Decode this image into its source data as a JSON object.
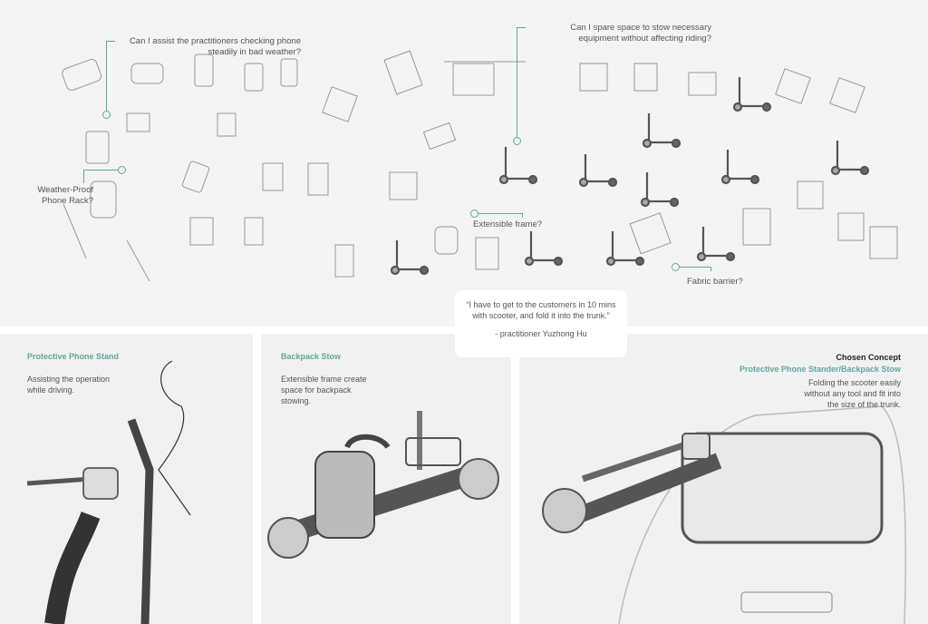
{
  "questions": {
    "phone_weather": "Can I assist the practitioners checking phone steadily in bad weather?",
    "stow_space": "Can I spare space to stow necessary equipment without affecting riding?",
    "weather_rack": "Weather-Proof Phone Rack?",
    "extensible_frame": "Extensible frame?",
    "fabric_barrier": "Fabric barrier?"
  },
  "quote": {
    "text": "“I have to get to the customers in 10 mins with scooter, and fold it into the trunk.”",
    "attribution": "- practitioner Yuzhong Hu"
  },
  "panels": [
    {
      "title": "Protective Phone Stand",
      "description": "Assisting the operation while driving."
    },
    {
      "title": "Backpack Stow",
      "description": "Extensible frame create space for backpack stowing."
    },
    {
      "label": "Chosen Concept",
      "title": "Protective Phone Stander/Backpack Stow",
      "description": "Folding the scooter easily without any tool and fit into the size of the trunk."
    }
  ],
  "colors": {
    "accent": "#5fa89a",
    "background": "#f4f4f4"
  }
}
